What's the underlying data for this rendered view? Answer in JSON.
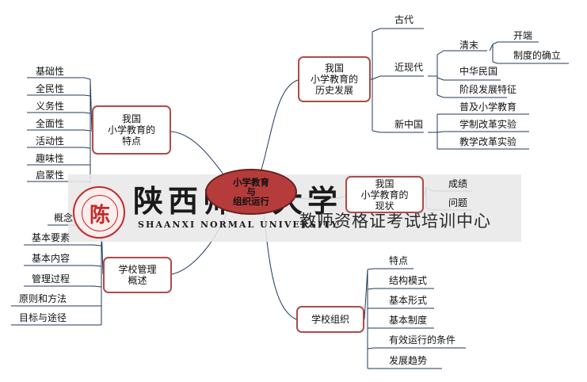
{
  "center": {
    "label": "小学教育\n与\n组织运行"
  },
  "watermark": {
    "seal_text": "陈",
    "university_cn": "陕西师范大学",
    "university_en": "SHAANXI NORMAL UNIVERSITY",
    "center_name": "教师资格证考试培训中心"
  },
  "branches": {
    "history": {
      "label": "我国\n小学教育的\n历史发展",
      "children": {
        "ancient": "古代",
        "modern": "近现代",
        "qing": "清末",
        "opening": "开端",
        "establish": "制度的确立",
        "roc": "中华民国",
        "stage_dev": "阶段发展特征",
        "newchina": "新中国",
        "popularize": "普及小学教育",
        "system_reform": "学制改革实验",
        "teaching_reform": "教学改革实验"
      }
    },
    "status": {
      "label": "我国\n小学教育的\n现状",
      "children": {
        "achievement": "成绩",
        "problem": "问题"
      }
    },
    "org": {
      "label": "学校组织",
      "children": {
        "feature": "特点",
        "structure": "结构模式",
        "form": "基本形式",
        "system": "基本制度",
        "conditions": "有效运行的条件",
        "trend": "发展趋势"
      }
    },
    "features": {
      "label": "我国\n小学教育的\n特点",
      "children": {
        "basic": "基础性",
        "popular": "全民性",
        "compulsory": "义务性",
        "comprehensive": "全面性",
        "active": "活动性",
        "fun": "趣味性",
        "enlighten": "启蒙性"
      }
    },
    "mgmt": {
      "label": "学校管理\n概述",
      "children": {
        "concept": "概念",
        "elements": "基本要素",
        "content": "基本内容",
        "process": "管理过程",
        "principles": "原则和方法",
        "goals": "目标与途径"
      }
    }
  }
}
